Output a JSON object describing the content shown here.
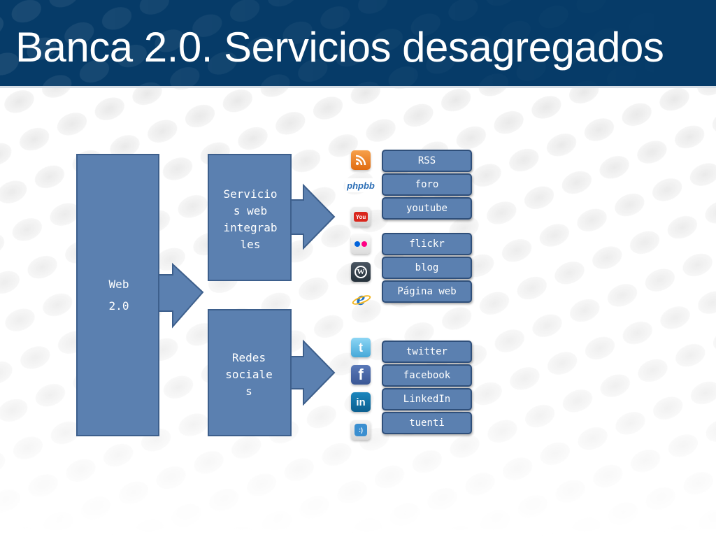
{
  "title": "Banca 2.0. Servicios desagregados",
  "colors": {
    "header_bg": "#063b68",
    "box_fill": "#5b80b0",
    "box_stroke": "#2f4f7a",
    "text": "#ffffff"
  },
  "diagram": {
    "root": {
      "lines": [
        "Web",
        "2.0"
      ]
    },
    "groups": [
      {
        "lines": [
          "Servicio",
          "s web",
          "integrab",
          "les"
        ],
        "items": [
          {
            "label": "RSS",
            "icon": "rss-icon"
          },
          {
            "label": "foro",
            "icon": "phpbb-icon",
            "icon_text": "phpbb"
          },
          {
            "label": "youtube",
            "icon": "youtube-icon",
            "icon_text": "You"
          },
          {
            "label": "flickr",
            "icon": "flickr-icon"
          },
          {
            "label": "blog",
            "icon": "wordpress-icon",
            "icon_text": "W"
          },
          {
            "label": "Página web",
            "icon": "internet-explorer-icon",
            "icon_text": "e"
          }
        ]
      },
      {
        "lines": [
          "Redes",
          "sociale",
          "s"
        ],
        "items": [
          {
            "label": "twitter",
            "icon": "twitter-icon",
            "icon_text": "t"
          },
          {
            "label": "facebook",
            "icon": "facebook-icon",
            "icon_text": "f"
          },
          {
            "label": "LinkedIn",
            "icon": "linkedin-icon",
            "icon_text": "in"
          },
          {
            "label": "tuenti",
            "icon": "tuenti-icon",
            "icon_text": ":)"
          }
        ]
      }
    ]
  }
}
